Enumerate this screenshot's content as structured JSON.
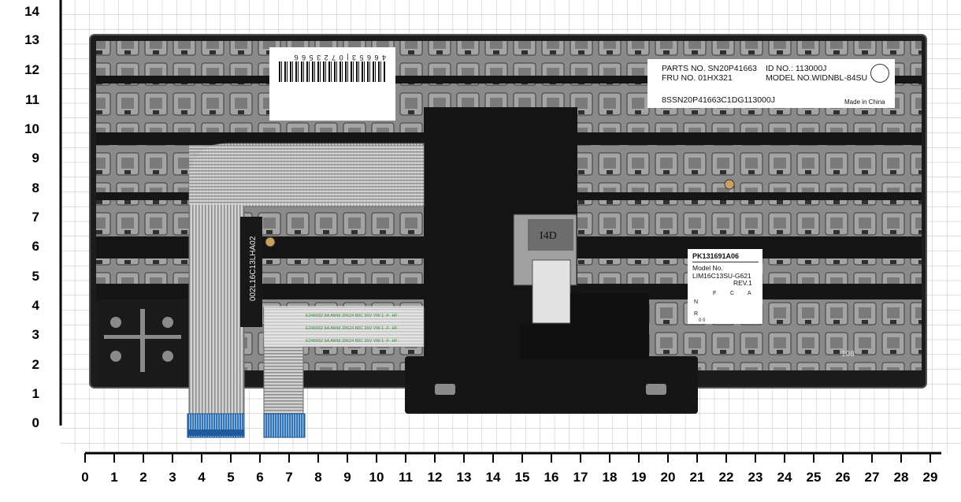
{
  "ruler": {
    "y_labels": [
      "14",
      "13",
      "12",
      "11",
      "10",
      "9",
      "8",
      "7",
      "6",
      "5",
      "4",
      "3",
      "2",
      "1",
      "0"
    ],
    "x_labels": [
      "0",
      "1",
      "2",
      "3",
      "4",
      "5",
      "6",
      "7",
      "8",
      "9",
      "10",
      "11",
      "12",
      "13",
      "14",
      "15",
      "16",
      "17",
      "18",
      "19",
      "20",
      "21",
      "22",
      "23",
      "24",
      "25",
      "26",
      "27",
      "28",
      "29"
    ]
  },
  "main_label": {
    "parts_no": "PARTS NO. SN20P41663",
    "id_no": "ID  NO.: 113000J",
    "fru": "FRU      NO. 01HX321",
    "model_no": "MODEL NO.WIDNBL-84SU",
    "serial": "8SSN20P41663C1DG113000J",
    "origin": "Made in China"
  },
  "pk_label": {
    "part": "PK131691A06",
    "model_caption": "Model No.",
    "model": "LIM16C13SU-G621",
    "rev": "REV.1",
    "cols": [
      "F",
      "C",
      "A"
    ],
    "rows": [
      "N",
      "R"
    ],
    "foot": "0 0"
  },
  "barcode_label": {
    "digits": "4 6 6 5 3 | 0 7 2 3 5 6 6"
  },
  "markings": {
    "cable_text": "002L16C13LHA02",
    "module_text": "I4D",
    "ribbon_text": "E246692 9A AWM 20624 80C 30V VW-1 -F- HF",
    "board_text": "108"
  },
  "colors": {
    "background": "#ffffff",
    "grid": "#9a9a9a",
    "keyboard_frame": "#1b1b1b",
    "key_plate": "#8c8c8c",
    "cable": "#c8c8c8",
    "connector": "#2e6fb0"
  }
}
